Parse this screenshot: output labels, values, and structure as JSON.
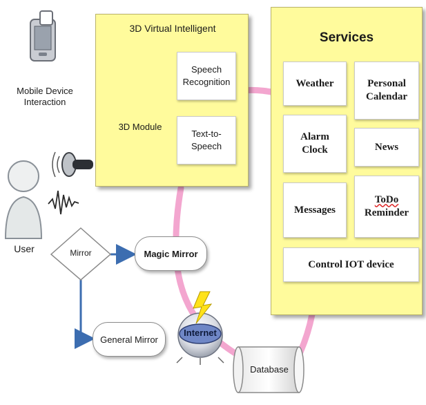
{
  "mobile": {
    "label": "Mobile Device Interaction"
  },
  "virtual": {
    "title": "3D Virtual Intelligent",
    "module_label": "3D Module",
    "speech_recognition": "Speech Recognition",
    "tts": "Text-to- Speech"
  },
  "services": {
    "title": "Services",
    "items": {
      "weather": "Weather",
      "calendar": "Personal Calendar",
      "alarm": "Alarm Clock",
      "news": "News",
      "messages": "Messages",
      "todo_line1": "ToDo",
      "todo_line2": "Reminder",
      "iot": "Control IOT device"
    }
  },
  "user": {
    "label": "User"
  },
  "mirror": {
    "label": "Mirror"
  },
  "magic_mirror": {
    "label": "Magic Mirror"
  },
  "general_mirror": {
    "label": "General Mirror"
  },
  "internet": {
    "label": "Internet"
  },
  "database": {
    "label": "Database"
  },
  "colors": {
    "panel_fill": "#fffb9c",
    "connector_pink": "#f3a6cf",
    "arrow_blue": "#3c6db0",
    "internet_fill": "#6f87c6"
  }
}
